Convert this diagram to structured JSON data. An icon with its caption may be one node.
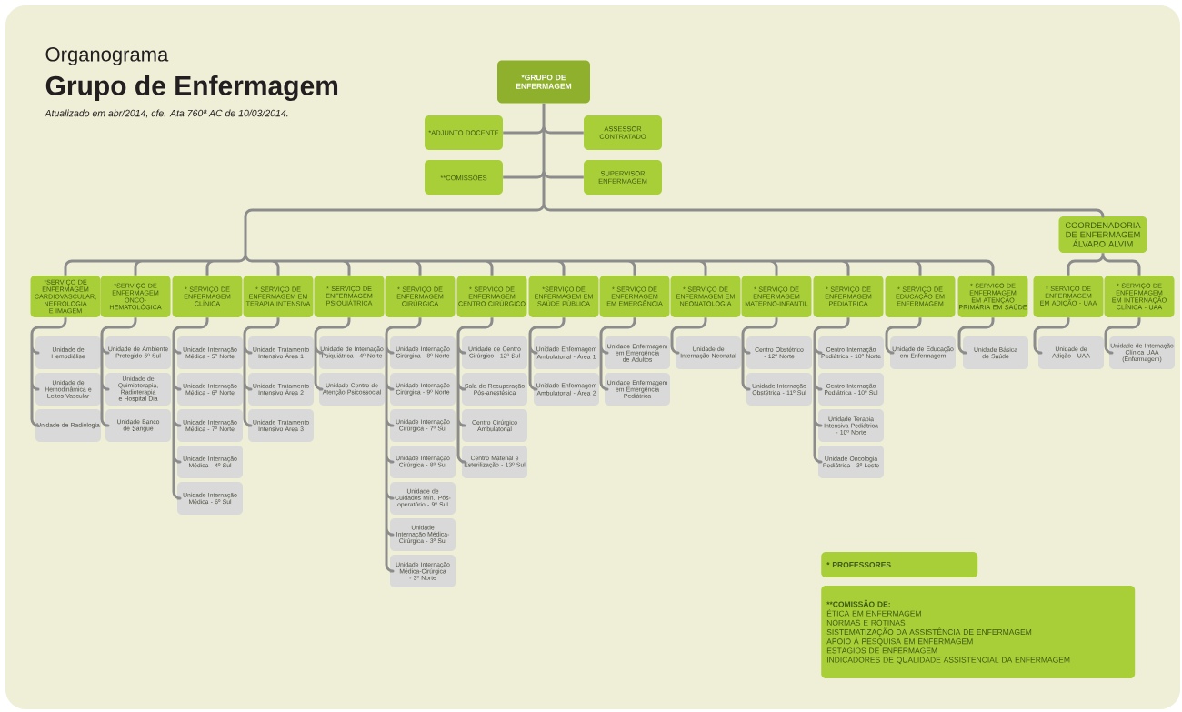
{
  "diagram": {
    "title": "Grupo de Enfermagem",
    "nodes": [
      {
        "text": [
          "*GRUPO DE ENFERMAGEM"
        ]
      },
      {
        "text": [
          "*ADJUNTO DOCENTE"
        ]
      },
      {
        "text": [
          "ASSESSOR CONTRATADO"
        ]
      },
      {
        "text": [
          "**COMISSÕES"
        ]
      },
      {
        "text": [
          "SUPERVISOR ENFERMAGEM"
        ]
      },
      {
        "text": [
          "COORDENADORIA DE ENFERMAGEM ÁLVARO ALVIM"
        ]
      },
      {
        "text": [
          "*SERVIÇO DE ENFERMAGEM CARDIOVASCULAR, NEFROLOGIA E IMAGEM"
        ]
      },
      {
        "text": [
          "*SERVIÇO DE ENFERMAGEM ONCO-HEMATOLÓGICA"
        ]
      },
      {
        "text": [
          "* SERVIÇO DE ENFERMAGEM CLÍNICA"
        ]
      },
      {
        "text": [
          "* SERVIÇO DE ENFERMAGEM EM TERAPIA INTENSIVA"
        ]
      },
      {
        "text": [
          "* SERVIÇO DE ENFERMAGEM PSIQUIÁTRICA"
        ]
      },
      {
        "text": [
          "* SERVIÇO DE ENFERMAGEM CIRÚRGICA"
        ]
      },
      {
        "text": [
          "* SERVIÇO DE ENFERMAGEM CENTRO CIRÚRGICO"
        ]
      },
      {
        "text": [
          "*SERVIÇO DE ENFERMAGEM EM SAÚDE PÚBLICA"
        ]
      },
      {
        "text": [
          "* SERVIÇO DE ENFERMAGEM EM EMERGÊNCIA"
        ]
      },
      {
        "text": [
          "* SERVIÇO DE ENFERMAGEM EM NEONATOLOGIA"
        ]
      },
      {
        "text": [
          "* SERVIÇO DE ENFERMAGEM MATERNO-INFANTIL"
        ]
      },
      {
        "text": [
          "* SERVIÇO DE ENFERMAGEM PEDIÁTRICA"
        ]
      },
      {
        "text": [
          "* SERVIÇO DE EDUCAÇÃO EM ENFERMAGEM"
        ]
      },
      {
        "text": [
          "* SERVIÇO DE ENFERMAGEM EM ATENÇÃO PRIMÁRIA EM SAÚDE"
        ]
      },
      {
        "text": [
          "* SERVIÇO DE ENFERMAGEM EM ADIÇÃO - UAA"
        ]
      },
      {
        "text": [
          "* SERVIÇO DE ENFERMAGEM EM INTERNAÇÃO CLÍNICA - UAA"
        ]
      },
      {
        "text": [
          "Unidade de Hemodiálise"
        ]
      },
      {
        "text": [
          "Unidade de Hemodinâmica e Leitos Vascular"
        ]
      },
      {
        "text": [
          "Unidade de Radiologia"
        ]
      },
      {
        "text": [
          "Unidade de Ambiente Protegido 5º Sul"
        ]
      },
      {
        "text": [
          "Unidade de Quimioterapia, Radioterapia e Hospital Dia"
        ]
      },
      {
        "text": [
          "Unidade Banco de Sangue"
        ]
      },
      {
        "text": [
          "Unidade Internação Médica - 5º Norte"
        ]
      },
      {
        "text": [
          "Unidade Internação Médica - 6º Norte"
        ]
      },
      {
        "text": [
          "Unidade Internação Médica - 7º Norte"
        ]
      },
      {
        "text": [
          "Unidade Internação Médica - 4º Sul"
        ]
      },
      {
        "text": [
          "Unidade Internação Médica - 6º Sul"
        ]
      },
      {
        "text": [
          "Unidade Tratamento Intensivo Área 1"
        ]
      },
      {
        "text": [
          "Unidade Tratamento Intensivo Área 2"
        ]
      },
      {
        "text": [
          "Unidade Tratamento Intensivo Área 3"
        ]
      },
      {
        "text": [
          "Unidade de Internação Psiquiátrica - 4º Norte"
        ]
      },
      {
        "text": [
          "Unidade Centro de Atenção Psicossocial"
        ]
      },
      {
        "text": [
          "Unidade Internação Cirúrgica - 8º Norte"
        ]
      },
      {
        "text": [
          "Unidade Internação Cirúrgica - 9º Norte"
        ]
      },
      {
        "text": [
          "Unidade Internação Cirúrgica - 7º Sul"
        ]
      },
      {
        "text": [
          "Unidade Internação Cirúrgica - 8º Sul"
        ]
      },
      {
        "text": [
          "Unidade de Cuidados Mín. Pós- operatório - 9º Sul"
        ]
      },
      {
        "text": [
          "Unidade Internação Médica-Cirúrgica - 3º Sul"
        ]
      },
      {
        "text": [
          "Unidade Internação Médica-Cirúrgica - 3º Norte"
        ]
      },
      {
        "text": [
          "Unidade de Centro Cirúrgico - 12º Sul"
        ]
      },
      {
        "text": [
          "Sala de Recuperação Pós-anestésica"
        ]
      },
      {
        "text": [
          "Centro Cirúrgico Ambulatorial"
        ]
      },
      {
        "text": [
          "Centro Material e Esterilização - 13º Sul"
        ]
      },
      {
        "text": [
          "Unidade Enfermagem Ambulatorial - Área 1"
        ]
      },
      {
        "text": [
          "Unidade Enfermagem Ambulatorial - Área 2"
        ]
      },
      {
        "text": [
          "Unidade Enfermagem em Emergência de Adultos"
        ]
      },
      {
        "text": [
          "Unidade Enfermagem em Emergência Pediátrica"
        ]
      },
      {
        "text": [
          "Unidade de Internação Neonatal"
        ]
      },
      {
        "text": [
          "Centro Obstétrico - 12º Norte"
        ]
      },
      {
        "text": [
          "Unidade Internação Obstétrica - 11º Sul"
        ]
      },
      {
        "text": [
          "Centro Internação Pediátrica - 10º Norte"
        ]
      },
      {
        "text": [
          "Centro Internação Pediátrica - 10º Sul"
        ]
      },
      {
        "text": [
          "Unidade Terapia Intensiva Pediátrica - 10º Norte"
        ]
      },
      {
        "text": [
          "Unidade Oncologia Pediátrica - 3º Leste"
        ]
      },
      {
        "text": [
          "Unidade de Educação em Enfermagem"
        ]
      },
      {
        "text": [
          "Unidade Básica de Saúde"
        ]
      },
      {
        "text": [
          "Unidade de Adição - UAA"
        ]
      },
      {
        "text": [
          "Unidade de Internação Clínica UAA (Enfermagem)"
        ]
      },
      {
        "text": [
          "* PROFESSORES"
        ]
      },
      {
        "text": [
          "**COMISSÃO DE:",
          "ÉTICA EM ENFERMAGEM",
          "NORMAS E ROTINAS",
          "SISTEMATIZAÇÃO DA ASSISTÊNCIA DE ENFERMAGEM",
          "APOIO À PESQUISA EM ENFERMAGEM",
          "ESTÁGIOS DE ENFERMAGEM",
          "INDICADORES DE QUALIDADE ASSISTENCIAL DA ENFERMAGEM"
        ]
      }
    ],
    "edges": [
      {
        "from": 0,
        "to": 1,
        "arrow": "none"
      },
      {
        "from": 0,
        "to": 2,
        "arrow": "none"
      },
      {
        "from": 0,
        "to": 3,
        "arrow": "none"
      },
      {
        "from": 0,
        "to": 4,
        "arrow": "none"
      },
      {
        "from": 0,
        "to": 6,
        "arrow": "none"
      },
      {
        "from": 0,
        "to": 7,
        "arrow": "none"
      },
      {
        "from": 0,
        "to": 8,
        "arrow": "none"
      },
      {
        "from": 0,
        "to": 9,
        "arrow": "none"
      },
      {
        "from": 0,
        "to": 10,
        "arrow": "none"
      },
      {
        "from": 0,
        "to": 11,
        "arrow": "none"
      },
      {
        "from": 0,
        "to": 12,
        "arrow": "none"
      },
      {
        "from": 0,
        "to": 13,
        "arrow": "none"
      },
      {
        "from": 0,
        "to": 14,
        "arrow": "none"
      },
      {
        "from": 0,
        "to": 15,
        "arrow": "none"
      },
      {
        "from": 0,
        "to": 16,
        "arrow": "none"
      },
      {
        "from": 0,
        "to": 17,
        "arrow": "none"
      },
      {
        "from": 0,
        "to": 18,
        "arrow": "none"
      },
      {
        "from": 0,
        "to": 19,
        "arrow": "none"
      },
      {
        "from": 0,
        "to": 5,
        "arrow": "none"
      },
      {
        "from": 5,
        "to": 20,
        "arrow": "none"
      },
      {
        "from": 5,
        "to": 21,
        "arrow": "none"
      },
      {
        "from": 6,
        "to": 22,
        "arrow": "none"
      },
      {
        "from": 6,
        "to": 23,
        "arrow": "none"
      },
      {
        "from": 6,
        "to": 24,
        "arrow": "none"
      },
      {
        "from": 7,
        "to": 25,
        "arrow": "none"
      },
      {
        "from": 7,
        "to": 26,
        "arrow": "none"
      },
      {
        "from": 7,
        "to": 27,
        "arrow": "none"
      },
      {
        "from": 8,
        "to": 28,
        "arrow": "none"
      },
      {
        "from": 8,
        "to": 29,
        "arrow": "none"
      },
      {
        "from": 8,
        "to": 30,
        "arrow": "none"
      },
      {
        "from": 8,
        "to": 31,
        "arrow": "none"
      },
      {
        "from": 8,
        "to": 32,
        "arrow": "none"
      },
      {
        "from": 9,
        "to": 33,
        "arrow": "none"
      },
      {
        "from": 9,
        "to": 34,
        "arrow": "none"
      },
      {
        "from": 9,
        "to": 35,
        "arrow": "none"
      },
      {
        "from": 10,
        "to": 36,
        "arrow": "none"
      },
      {
        "from": 10,
        "to": 37,
        "arrow": "none"
      },
      {
        "from": 11,
        "to": 38,
        "arrow": "none"
      },
      {
        "from": 11,
        "to": 39,
        "arrow": "none"
      },
      {
        "from": 11,
        "to": 40,
        "arrow": "none"
      },
      {
        "from": 11,
        "to": 41,
        "arrow": "none"
      },
      {
        "from": 11,
        "to": 42,
        "arrow": "none"
      },
      {
        "from": 11,
        "to": 43,
        "arrow": "none"
      },
      {
        "from": 11,
        "to": 44,
        "arrow": "none"
      },
      {
        "from": 12,
        "to": 45,
        "arrow": "none"
      },
      {
        "from": 12,
        "to": 46,
        "arrow": "none"
      },
      {
        "from": 12,
        "to": 47,
        "arrow": "none"
      },
      {
        "from": 12,
        "to": 48,
        "arrow": "none"
      },
      {
        "from": 13,
        "to": 49,
        "arrow": "none"
      },
      {
        "from": 13,
        "to": 50,
        "arrow": "none"
      },
      {
        "from": 14,
        "to": 51,
        "arrow": "none"
      },
      {
        "from": 14,
        "to": 52,
        "arrow": "none"
      },
      {
        "from": 15,
        "to": 53,
        "arrow": "none"
      },
      {
        "from": 16,
        "to": 54,
        "arrow": "none"
      },
      {
        "from": 16,
        "to": 55,
        "arrow": "none"
      },
      {
        "from": 17,
        "to": 56,
        "arrow": "none"
      },
      {
        "from": 17,
        "to": 57,
        "arrow": "none"
      },
      {
        "from": 17,
        "to": 58,
        "arrow": "none"
      },
      {
        "from": 17,
        "to": 59,
        "arrow": "none"
      },
      {
        "from": 18,
        "to": 60,
        "arrow": "none"
      },
      {
        "from": 19,
        "to": 61,
        "arrow": "none"
      },
      {
        "from": 20,
        "to": 62,
        "arrow": "none"
      },
      {
        "from": 21,
        "to": 63,
        "arrow": "none"
      }
    ],
    "labels": [
      "Organograma",
      "Atualizado em abr/2014, cfe.  Ata 760ª AC de 10/03/2014."
    ]
  }
}
